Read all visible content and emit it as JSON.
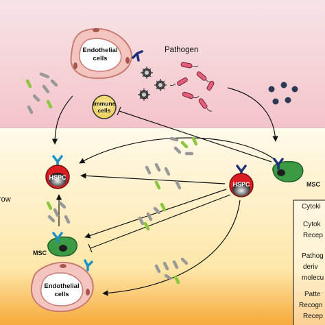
{
  "labels": {
    "endothelial_top": [
      "Endothelial",
      "cells"
    ],
    "pathogen": "Pathogen",
    "immune_cells": [
      "Immune",
      "cells"
    ],
    "hspc_left": "HSPC",
    "hspc_center": "HSPC",
    "msc_right": "MSC",
    "msc_bottom": "MSC",
    "endothelial_bottom": [
      "Endothelial",
      "cells"
    ],
    "bone_marrow_partial": "row"
  },
  "legend_partial": [
    "Cytoki",
    "Cytok",
    "Recep",
    "Pathog",
    "deriv",
    "molecu",
    "Patte",
    "Recogn",
    "Recep"
  ],
  "colors": {
    "blood_top": "#f6dde0",
    "blood_bottom": "#f3c6cc",
    "marrow_top": "#fff8e4",
    "marrow_bottom": "#f8b24a",
    "hspc_red": "#d81e22",
    "msc_green": "#3c9a45",
    "receptor_blue": "#1e2f7a",
    "endothelial_fill": "#f1b9b3",
    "endothelial_stroke": "#c77a72"
  }
}
